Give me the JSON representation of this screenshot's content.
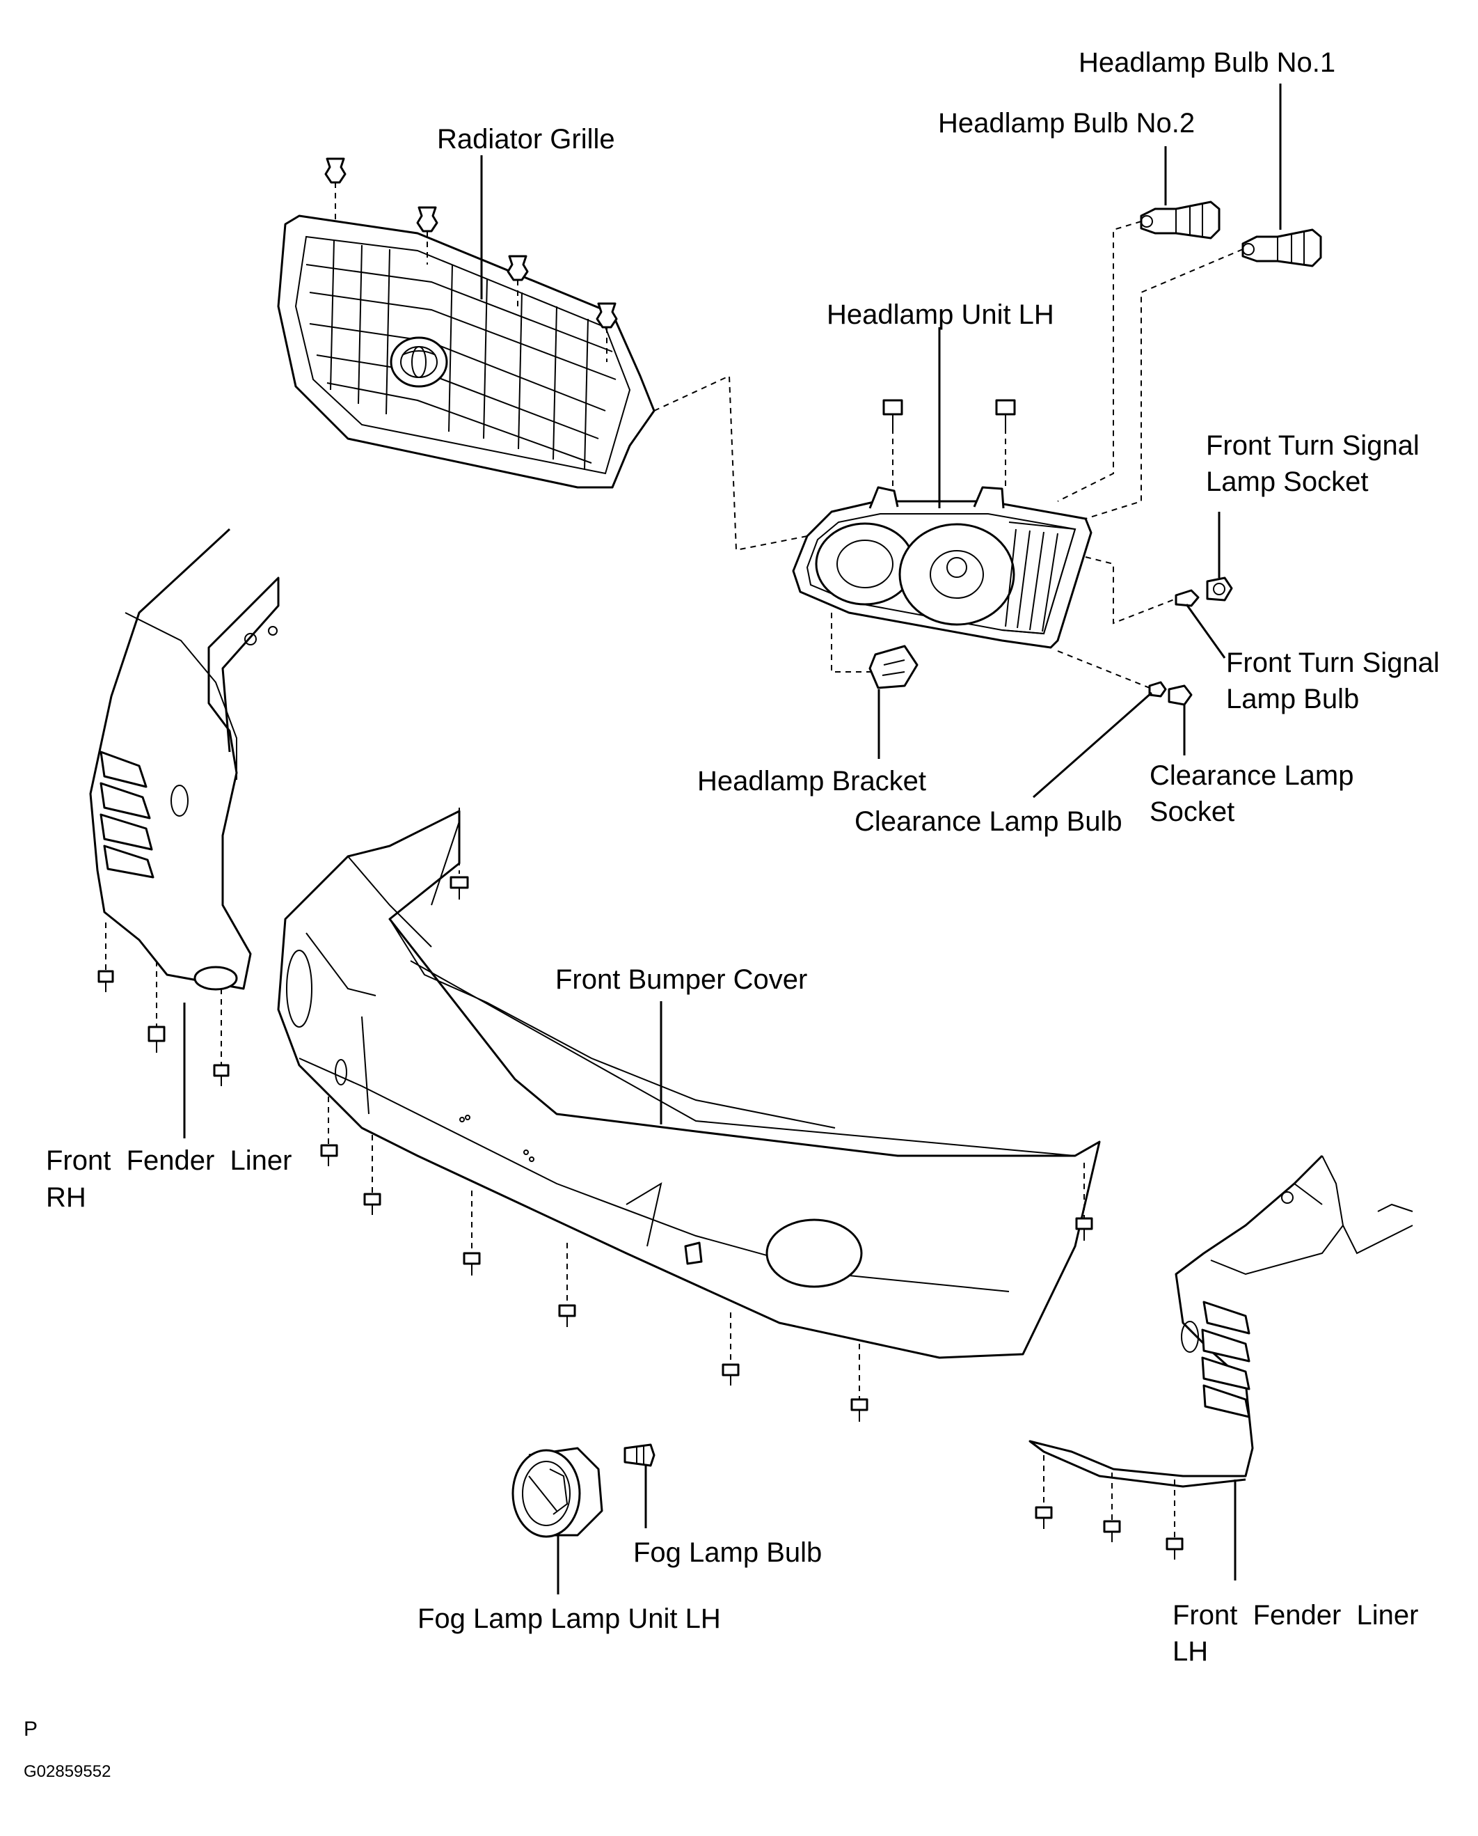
{
  "labels": {
    "radiator_grille": "Radiator Grille",
    "headlamp_bulb_no1": "Headlamp Bulb No.1",
    "headlamp_bulb_no2": "Headlamp Bulb No.2",
    "headlamp_unit_lh": "Headlamp Unit LH",
    "front_turn_signal_lamp_socket_1": "Front Turn Signal",
    "front_turn_signal_lamp_socket_2": "Lamp Socket",
    "front_turn_signal_lamp_bulb_1": "Front Turn Signal",
    "front_turn_signal_lamp_bulb_2": "Lamp Bulb",
    "headlamp_bracket": "Headlamp Bracket",
    "clearance_lamp_bulb": "Clearance Lamp Bulb",
    "clearance_lamp_socket_1": "Clearance Lamp",
    "clearance_lamp_socket_2": "Socket",
    "front_bumper_cover": "Front Bumper Cover",
    "front_fender_liner_rh_1": "Front  Fender  Liner",
    "front_fender_liner_rh_2": "RH",
    "fog_lamp_bulb": "Fog Lamp Bulb",
    "fog_lamp_lamp_unit_lh": "Fog Lamp Lamp Unit LH",
    "front_fender_liner_lh_1": "Front  Fender  Liner",
    "front_fender_liner_lh_2": "LH"
  },
  "footer": {
    "view_code": "P",
    "figure_id": "G02859552"
  }
}
